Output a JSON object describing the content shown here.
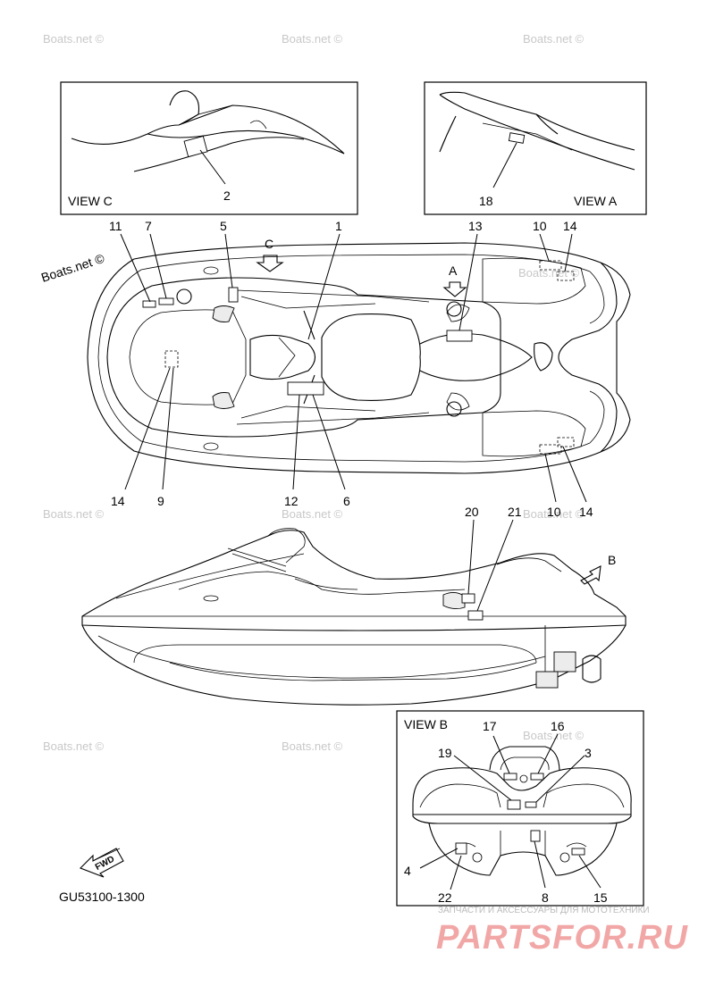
{
  "watermark": "Boats.net ©",
  "views": {
    "view_c": "VIEW C",
    "view_a": "VIEW A",
    "view_b": "VIEW B"
  },
  "arrows": {
    "c": "C",
    "a": "A",
    "b": "B"
  },
  "callouts": {
    "n1": "1",
    "n2": "2",
    "n3": "3",
    "n4": "4",
    "n5": "5",
    "n6": "6",
    "n7": "7",
    "n8": "8",
    "n9": "9",
    "n10a": "10",
    "n10b": "10",
    "n11": "11",
    "n12": "12",
    "n13": "13",
    "n14a": "14",
    "n14b": "14",
    "n14c": "14",
    "n15": "15",
    "n16": "16",
    "n17": "17",
    "n18": "18",
    "n19": "19",
    "n20": "20",
    "n21": "21",
    "n22": "22"
  },
  "fwd_label": "FWD",
  "diagram_code": "GU53100-1300",
  "brand": {
    "subtitle": "ЗАПЧАСТИ И АКСЕССУАРЫ ДЛЯ МОТОТЕХНИКИ",
    "name": "PARTSFOR.RU"
  }
}
